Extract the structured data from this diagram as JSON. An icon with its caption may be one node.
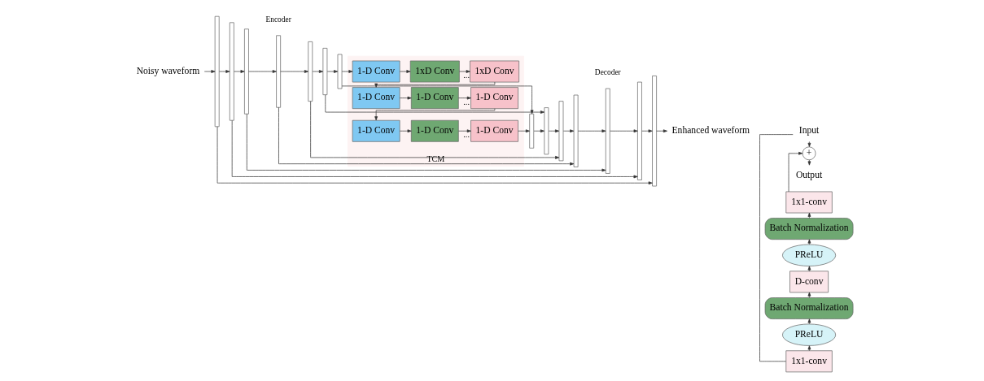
{
  "diagram": {
    "nodes": [
      {
        "text": [
          "Noisy waveform"
        ]
      },
      {
        "text": [],
        "shape": "bar"
      },
      {
        "text": [],
        "shape": "bar"
      },
      {
        "text": [],
        "shape": "bar"
      },
      {
        "text": [],
        "shape": "bar"
      },
      {
        "text": [],
        "shape": "bar"
      },
      {
        "text": [],
        "shape": "bar"
      },
      {
        "text": [],
        "shape": "bar"
      },
      {
        "text": [
          "TCM"
        ]
      },
      {
        "text": [
          "1-D Conv"
        ],
        "in": 8
      },
      {
        "text": [
          "1xD Conv"
        ],
        "in": 8
      },
      {
        "text": [
          "1xD Conv"
        ],
        "in": 8
      },
      {
        "text": [
          "1-D Conv"
        ],
        "in": 8
      },
      {
        "text": [
          "1-D Conv"
        ],
        "in": 8
      },
      {
        "text": [
          "1-D Conv"
        ],
        "in": 8
      },
      {
        "text": [
          "1-D Conv"
        ],
        "in": 8
      },
      {
        "text": [
          "1-D Conv"
        ],
        "in": 8
      },
      {
        "text": [
          "1-D Conv"
        ],
        "in": 8
      },
      {
        "text": [],
        "shape": "bar"
      },
      {
        "text": [],
        "shape": "bar"
      },
      {
        "text": [],
        "shape": "bar"
      },
      {
        "text": [],
        "shape": "bar"
      },
      {
        "text": [],
        "shape": "bar"
      },
      {
        "text": [],
        "shape": "bar"
      },
      {
        "text": [],
        "shape": "bar"
      },
      {
        "text": [
          "Enhanced waveform"
        ]
      },
      {
        "text": [
          "Output"
        ]
      },
      {
        "text": [
          "+"
        ]
      },
      {
        "text": [
          "1x1-conv"
        ]
      },
      {
        "text": [
          "Batch Normalization"
        ]
      },
      {
        "text": [
          "PReLU"
        ]
      },
      {
        "text": [
          "D-conv"
        ]
      },
      {
        "text": [
          "Batch Normalization"
        ]
      },
      {
        "text": [
          "PReLU"
        ]
      },
      {
        "text": [
          "1x1-conv"
        ]
      },
      {
        "text": [
          "Input"
        ]
      }
    ],
    "edges": [
      {
        "from": 0,
        "to": 1,
        "arrow": "to"
      },
      {
        "from": 1,
        "to": 2,
        "arrow": "to"
      },
      {
        "from": 2,
        "to": 3,
        "arrow": "to"
      },
      {
        "from": 3,
        "to": 4,
        "arrow": "to"
      },
      {
        "from": 4,
        "to": 5,
        "arrow": "to"
      },
      {
        "from": 5,
        "to": 6,
        "arrow": "to"
      },
      {
        "from": 6,
        "to": 7,
        "arrow": "to"
      },
      {
        "from": 7,
        "to": 9,
        "arrow": "to"
      },
      {
        "from": 9,
        "to": 10,
        "arrow": "to"
      },
      {
        "from": 10,
        "to": 11,
        "arrow": "to",
        "label": "..."
      },
      {
        "from": 11,
        "to": 12,
        "arrow": "to"
      },
      {
        "from": 12,
        "to": 13,
        "arrow": "to"
      },
      {
        "from": 13,
        "to": 14,
        "arrow": "to",
        "label": "..."
      },
      {
        "from": 14,
        "to": 15,
        "arrow": "to"
      },
      {
        "from": 15,
        "to": 16,
        "arrow": "to"
      },
      {
        "from": 16,
        "to": 17,
        "arrow": "to",
        "label": "..."
      },
      {
        "from": 17,
        "to": 18,
        "arrow": "to"
      },
      {
        "from": 18,
        "to": 19,
        "arrow": "to"
      },
      {
        "from": 19,
        "to": 20,
        "arrow": "to"
      },
      {
        "from": 20,
        "to": 21,
        "arrow": "to"
      },
      {
        "from": 21,
        "to": 22,
        "arrow": "to"
      },
      {
        "from": 22,
        "to": 23,
        "arrow": "to"
      },
      {
        "from": 23,
        "to": 24,
        "arrow": "to"
      },
      {
        "from": 24,
        "to": 25,
        "arrow": "to"
      },
      {
        "from": 1,
        "to": 24,
        "arrow": "to"
      },
      {
        "from": 2,
        "to": 23,
        "arrow": "to"
      },
      {
        "from": 3,
        "to": 22,
        "arrow": "to"
      },
      {
        "from": 4,
        "to": 21,
        "arrow": "to"
      },
      {
        "from": 5,
        "to": 20,
        "arrow": "to"
      },
      {
        "from": 6,
        "to": 19,
        "arrow": "to"
      },
      {
        "from": 7,
        "to": 18,
        "arrow": "to"
      },
      {
        "from": 35,
        "to": 27,
        "arrow": "to"
      },
      {
        "from": 35,
        "to": 34,
        "arrow": "none"
      },
      {
        "from": 34,
        "to": 33,
        "arrow": "to"
      },
      {
        "from": 33,
        "to": 32,
        "arrow": "to"
      },
      {
        "from": 32,
        "to": 31,
        "arrow": "to"
      },
      {
        "from": 31,
        "to": 30,
        "arrow": "to"
      },
      {
        "from": 30,
        "to": 29,
        "arrow": "to"
      },
      {
        "from": 29,
        "to": 28,
        "arrow": "to"
      },
      {
        "from": 28,
        "to": 27,
        "arrow": "to"
      },
      {
        "from": 27,
        "to": 26,
        "arrow": "to"
      }
    ],
    "labels": [
      "Encoder",
      "Decoder"
    ]
  }
}
